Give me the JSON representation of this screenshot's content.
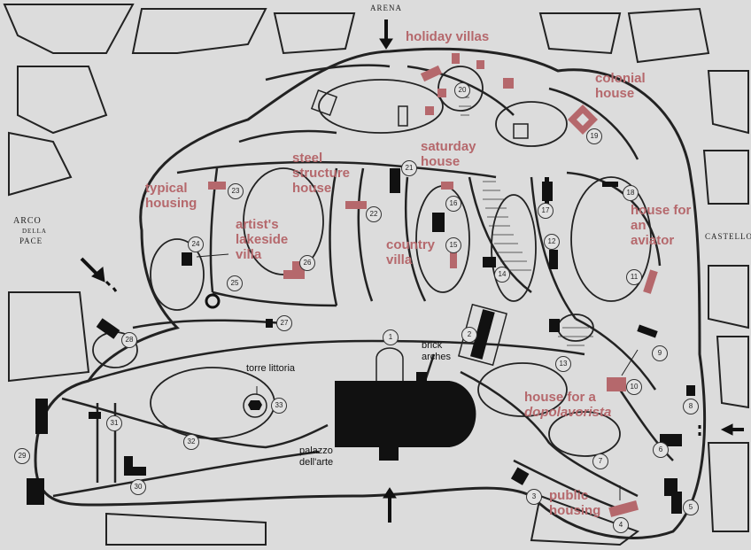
{
  "map": {
    "edge_labels": {
      "top": "ARENA",
      "left_line1": "ARCO",
      "left_line2": "DELLA",
      "left_line3": "PACE",
      "right": "CASTELLO"
    },
    "annotations": {
      "holiday_villas": "holiday villas",
      "colonial_house": "colonial house",
      "steel_structure_house": "steel structure house",
      "saturday_house": "saturday house",
      "typical_housing": "typical housing",
      "artists_lakeside_villa": "artist's lakeside villa",
      "country_villa": "country villa",
      "house_for_an_aviator": "house for an aviator",
      "house_for_a_dopolavorista": "house for a dopolavorista",
      "public_housing": "public housing"
    },
    "black_labels": {
      "brick_arches": "brick arches",
      "torre_littoria": "torre littoria",
      "palazzo_dellarte": "palazzo dell'arte"
    },
    "markers": [
      "1",
      "2",
      "3",
      "4",
      "5",
      "6",
      "7",
      "8",
      "9",
      "10",
      "11",
      "12",
      "13",
      "14",
      "15",
      "16",
      "17",
      "18",
      "19",
      "20",
      "21",
      "22",
      "23",
      "24",
      "25",
      "26",
      "27",
      "28",
      "29",
      "30",
      "31",
      "32",
      "33"
    ],
    "colors": {
      "annotation": "#b5686c",
      "building": "#111111",
      "paper": "#dcdcdc"
    }
  }
}
